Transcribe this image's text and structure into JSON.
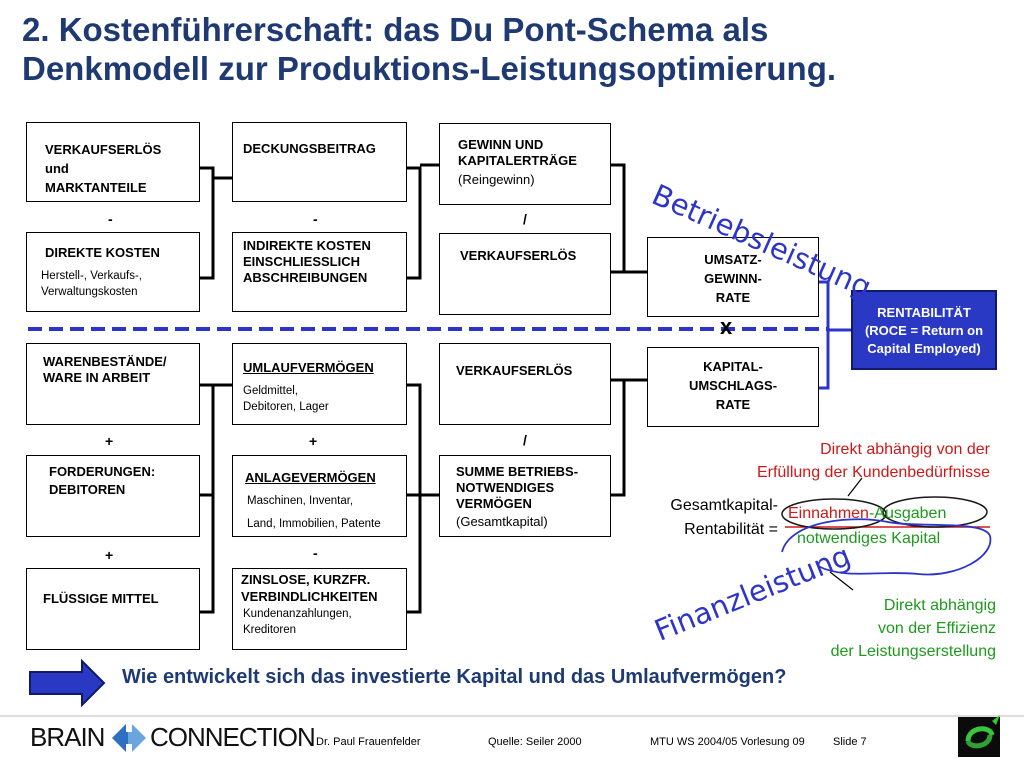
{
  "title": {
    "line1": "2. Kostenführerschaft: das Du Pont-Schema als",
    "line2": "Denkmodell zur Produktions-Leistungsoptimierung."
  },
  "boxes": {
    "verkaufserloes_markt": {
      "l1": "VERKAUFSERLÖS",
      "l2": "und",
      "l3": "MARKTANTEILE"
    },
    "direkte_kosten": {
      "l1": "DIREKTE KOSTEN",
      "s1": "Herstell-, Verkaufs-,",
      "s2": "Verwaltungskosten"
    },
    "deckungsbeitrag": {
      "l1": "DECKUNGSBEITRAG"
    },
    "indirekte_kosten": {
      "l1": "INDIREKTE KOSTEN",
      "l2": "EINSCHLIESSLICH",
      "l3": "ABSCHREIBUNGEN"
    },
    "gewinn": {
      "l1": "GEWINN UND",
      "l2": "KAPITALERTRÄGE",
      "s1": "(Reingewinn)"
    },
    "verkaufserloes_1": {
      "l1": "VERKAUFSERLÖS"
    },
    "umsatzgewinnrate": {
      "l1": "UMSATZ-",
      "l2": "GEWINN-",
      "l3": "RATE"
    },
    "warenbestaende": {
      "l1": "WARENBESTÄNDE/",
      "l2": "WARE IN ARBEIT"
    },
    "forderungen": {
      "l1": "FORDERUNGEN:",
      "l2": "DEBITOREN"
    },
    "fluessige": {
      "l1": "FLÜSSIGE MITTEL"
    },
    "umlaufvermoegen": {
      "l1": "UMLAUFVERMÖGEN",
      "s1": "Geldmittel,",
      "s2": "Debitoren, Lager"
    },
    "anlagevermoegen": {
      "l1": "ANLAGEVERMÖGEN",
      "s1": "Maschinen, Inventar,",
      "s2": "Land, Immobilien, Patente"
    },
    "zinslose": {
      "l1": "ZINSLOSE, KURZFR.",
      "l2": "VERBINDLICHKEITEN",
      "s1": "Kundenanzahlungen,",
      "s2": "Kreditoren"
    },
    "verkaufserloes_2": {
      "l1": "VERKAUFSERLÖS"
    },
    "summe": {
      "l1": "SUMME BETRIEBS-",
      "l2": "NOTWENDIGES",
      "l3": "VERMÖGEN",
      "s1": "(Gesamtkapital)"
    },
    "kapitalumschlag": {
      "l1": "KAPITAL-",
      "l2": "UMSCHLAGS-",
      "l3": "RATE"
    },
    "rentabilitaet": {
      "l1": "RENTABILITÄT",
      "l2": "(ROCE = Return on",
      "l3": "Capital Employed)"
    }
  },
  "operators": {
    "minus": "-",
    "plus": "+",
    "divide": "/",
    "times": "x"
  },
  "annotations": {
    "betriebsleistung": "Betriebsleistung",
    "finanzleistung": "Finanzleistung",
    "direkt1_l1": "Direkt abhängig von der",
    "direkt1_l2": "Erfüllung der Kundenbedürfnisse",
    "gesamt_l1": "Gesamtkapital-",
    "gesamt_l2": "Rentabilität =",
    "einnahmen": "Einnahmen",
    "ausgaben": "-Ausgaben",
    "notwendiges": "notwendiges Kapital",
    "direkt2_l1": "Direkt abhängig",
    "direkt2_l2": "von der Effizienz",
    "direkt2_l3": "der Leistungserstellung"
  },
  "question": "Wie entwickelt sich das investierte Kapital und das Umlaufvermögen?",
  "footer": {
    "brand_left": "BRAIN",
    "brand_right": "CONNECTION",
    "author": "Dr. Paul Frauenfelder",
    "source": "Quelle: Seiler 2000",
    "course": "MTU WS 2004/05 Vorlesung 09",
    "slide": "Slide 7"
  },
  "colors": {
    "title": "#1f3a73",
    "red_text": "#d01818",
    "green_text": "#1e9a1e",
    "hand": "#2d35c8",
    "roce_box": "#2a39c4"
  }
}
